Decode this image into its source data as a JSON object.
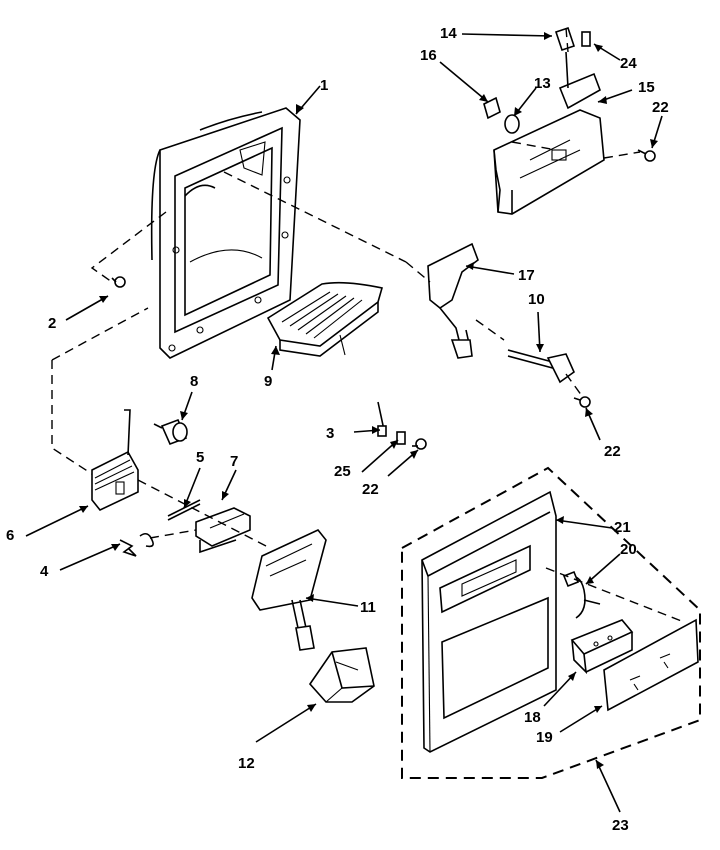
{
  "labels": {
    "p1": "1",
    "p2": "2",
    "p3": "3",
    "p4": "4",
    "p5": "5",
    "p6": "6",
    "p7": "7",
    "p8": "8",
    "p9": "9",
    "p10": "10",
    "p11": "11",
    "p12": "12",
    "p13": "13",
    "p14": "14",
    "p15": "15",
    "p16": "16",
    "p17": "17",
    "p18": "18",
    "p19": "19",
    "p20": "20",
    "p21": "21",
    "p22a": "22",
    "p22b": "22",
    "p22c": "22",
    "p23": "23",
    "p24": "24",
    "p25": "25"
  }
}
